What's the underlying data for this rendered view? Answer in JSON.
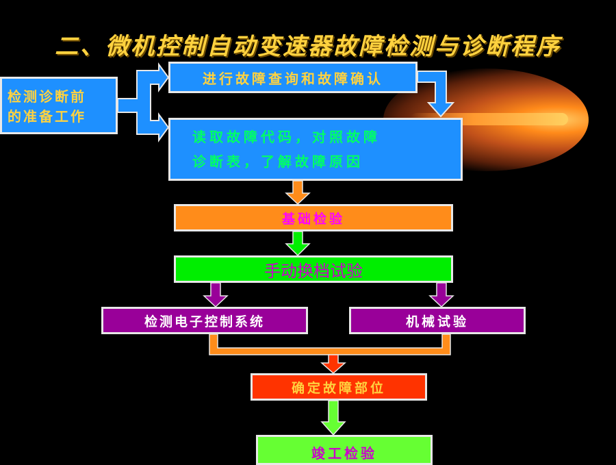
{
  "title": "二、微机控制自动变速器故障检测与诊断程序",
  "nodes": {
    "prep": {
      "lines": [
        "检测诊断前",
        "的准备工作"
      ]
    },
    "query": {
      "label": "进行故障查询和故障确认"
    },
    "read": {
      "lines": [
        "读取故障代码，对照故障",
        "诊断表，了解故障原因"
      ]
    },
    "basic": {
      "label": "基础检验"
    },
    "manual": {
      "label": "手动换档试验"
    },
    "elec": {
      "label": "检测电子控制系统"
    },
    "mech": {
      "label": "机械试验"
    },
    "locate": {
      "label": "确定故障部位"
    },
    "final": {
      "label": "竣工检验"
    }
  },
  "colors": {
    "background": "#000000",
    "title": "#ffd23f",
    "blue": "#1e90ff",
    "orange": "#ff8c1a",
    "green": "#00ee00",
    "purple": "#990099",
    "red": "#ff3300",
    "light_green": "#66ff33"
  }
}
